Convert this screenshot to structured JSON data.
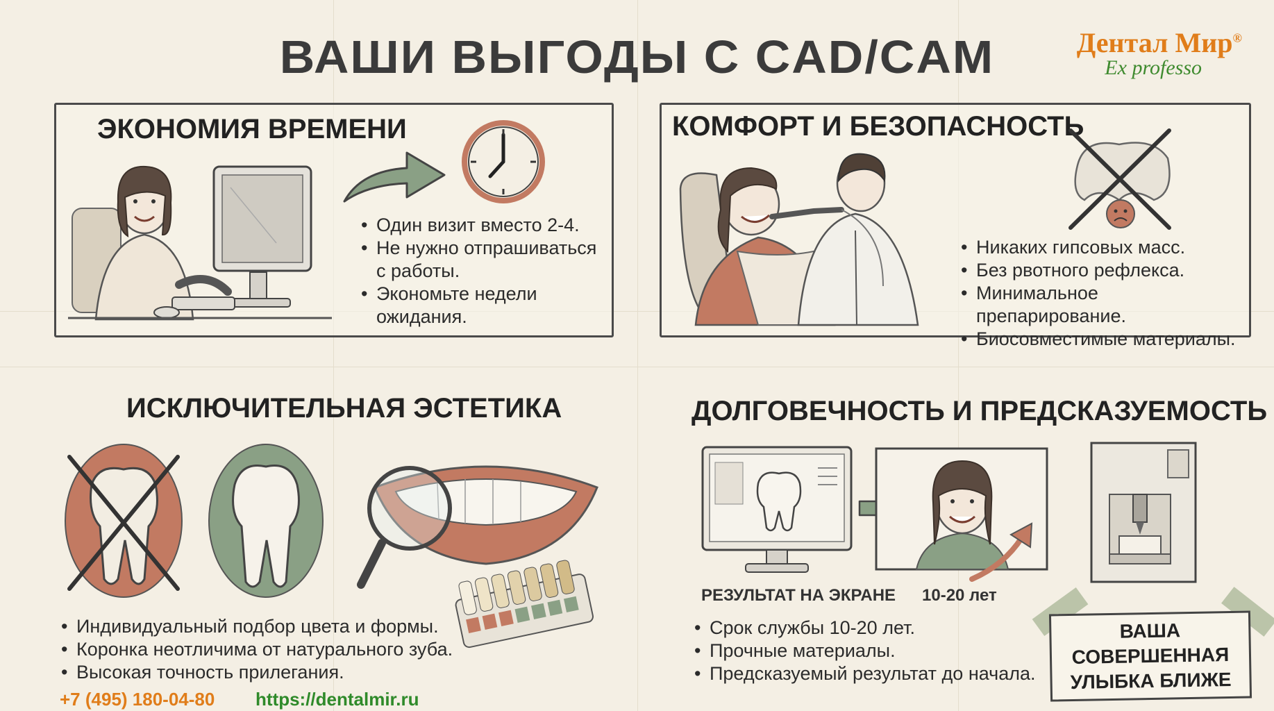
{
  "title": "ВАШИ ВЫГОДЫ С CAD/CAM",
  "brand": {
    "name": "Дентал Мир",
    "reg": "®",
    "tagline": "Ex professo"
  },
  "panels": {
    "time": {
      "title": "ЭКОНОМИЯ ВРЕМЕНИ",
      "bullets": [
        "Один визит вместо 2-4.",
        "Не нужно отпрашиваться с работы.",
        "Экономьте недели ожидания."
      ]
    },
    "comfort": {
      "title": "КОМФОРТ И БЕЗОПАСНОСТЬ",
      "bullets": [
        "Никаких гипсовых масс.",
        "Без рвотного рефлекса.",
        "Минимальное препарирование.",
        "Биосовместимые материалы."
      ]
    },
    "aesthetics": {
      "title": "ИСКЛЮЧИТЕЛЬНАЯ ЭСТЕТИКА",
      "bullets": [
        "Индивидуальный подбор цвета и формы.",
        "Коронка неотличима от натурального зуба.",
        "Высокая точность прилегания."
      ]
    },
    "durability": {
      "title": "ДОЛГОВЕЧНОСТЬ И ПРЕДСКАЗУЕМОСТЬ",
      "captions": [
        "РЕЗУЛЬТАТ НА ЭКРАНЕ",
        "10-20 лет"
      ],
      "bullets": [
        "Срок службы 10-20 лет.",
        "Прочные материалы.",
        "Предсказуемый результат до начала."
      ]
    }
  },
  "cta": "ВАША СОВЕРШЕННАЯ УЛЫБКА БЛИЖЕ",
  "footer": {
    "phone": "+7 (495) 180-04-80",
    "site": "https://dentalmir.ru"
  },
  "colors": {
    "background": "#f4efe4",
    "accent_orange": "#e07d1a",
    "accent_green": "#3e8a2e",
    "sage": "#8aa085",
    "terracotta": "#c27a62"
  }
}
